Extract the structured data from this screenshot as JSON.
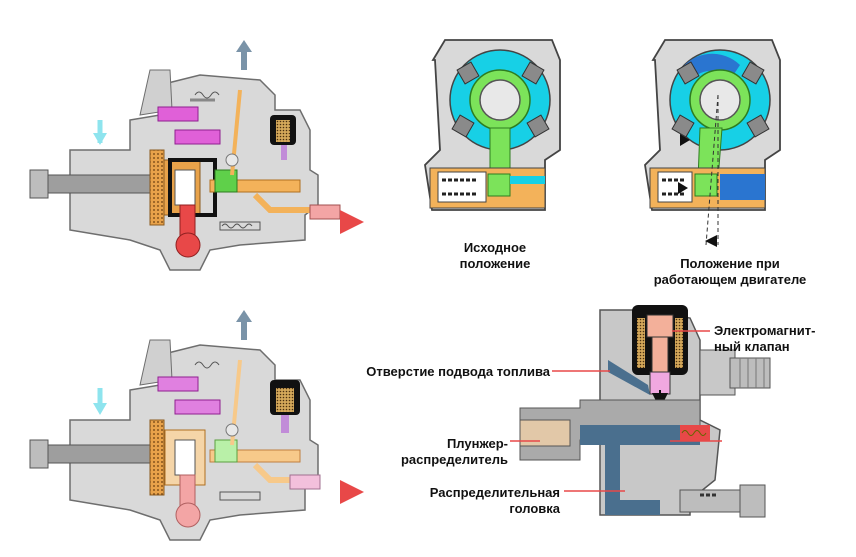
{
  "colors": {
    "housing": "#d9d9d9",
    "housing_dark": "#b5b5b5",
    "outline": "#6e6e6e",
    "fuel": "#f3b25a",
    "cyan": "#17d0e6",
    "green": "#7ce35a",
    "magenta": "#e060d8",
    "red": "#e84848",
    "pink": "#f3a5a5",
    "blue_gray": "#5a7e9a",
    "arrow_gray": "#7a93a8",
    "light_cyan": "#8ee4ee",
    "pale_pink": "#f3c0dc",
    "yellow": "#f4e27a"
  },
  "labels": {
    "initial_position": "Исходное\nположение",
    "engine_running_position": "Положение при\nработающем двигателе",
    "solenoid_valve": "Электромагнит-\nный клапан",
    "fuel_inlet": "Отверстие подвода топлива",
    "plunger_distributor": "Плунжер-\nраспределитель",
    "distributor_head": "Распределительная\nголовка"
  }
}
